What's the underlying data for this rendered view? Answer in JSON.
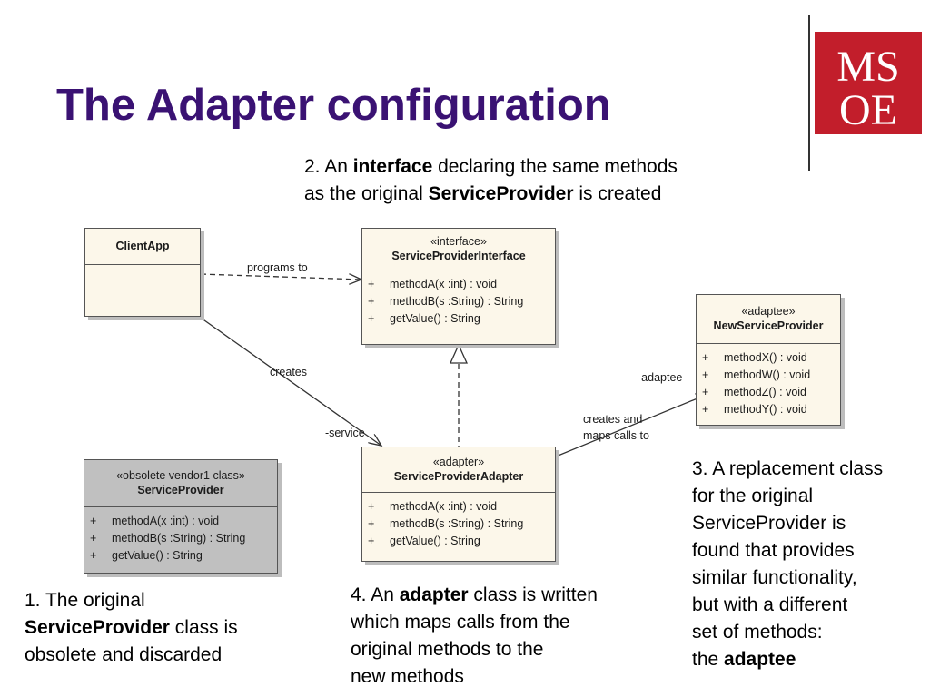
{
  "slide": {
    "title": "The Adapter configuration"
  },
  "logo": {
    "line1": "MS",
    "line2": "OE",
    "color": "#c21e2b"
  },
  "notes": {
    "n1": {
      "prefix": "1. The original",
      "bold": "ServiceProvider",
      "suffix": " class is",
      "line3": "obsolete and discarded"
    },
    "n2": {
      "prefix": "2. An ",
      "bold1": "interface",
      "mid1": " declaring the same methods",
      "mid2": "as the original ",
      "bold2": "ServiceProvider",
      "suffix": " is created"
    },
    "n3": {
      "line1": "3. A replacement class",
      "line2": "for the original",
      "line3": "ServiceProvider is",
      "line4": "found that provides",
      "line5": "similar functionality,",
      "line6": "but with a different",
      "line7": "set of methods:",
      "prefix": "the ",
      "bold": "adaptee"
    },
    "n4": {
      "prefix": "4. An ",
      "bold": "adapter",
      "line1_suffix": " class is written",
      "line2": "which maps calls from the",
      "line3": "original methods to the",
      "line4": "new methods"
    }
  },
  "diagram": {
    "client_app": {
      "name": "ClientApp"
    },
    "service_provider_interface": {
      "stereotype": "«interface»",
      "name": "ServiceProviderInterface",
      "operations": [
        {
          "vis": "+",
          "sig": "methodA(x :int) : void"
        },
        {
          "vis": "+",
          "sig": "methodB(s :String) : String"
        },
        {
          "vis": "+",
          "sig": "getValue() : String"
        }
      ]
    },
    "new_service_provider": {
      "stereotype": "«adaptee»",
      "name": "NewServiceProvider",
      "operations": [
        {
          "vis": "+",
          "sig": "methodX() : void"
        },
        {
          "vis": "+",
          "sig": "methodW() : void"
        },
        {
          "vis": "+",
          "sig": "methodZ() : void"
        },
        {
          "vis": "+",
          "sig": "methodY() : void"
        }
      ]
    },
    "service_provider_adapter": {
      "stereotype": "«adapter»",
      "name": "ServiceProviderAdapter",
      "operations": [
        {
          "vis": "+",
          "sig": "methodA(x :int) : void"
        },
        {
          "vis": "+",
          "sig": "methodB(s :String) : String"
        },
        {
          "vis": "+",
          "sig": "getValue() : String"
        }
      ]
    },
    "service_provider": {
      "stereotype": "«obsolete vendor1 class»",
      "name": "ServiceProvider",
      "operations": [
        {
          "vis": "+",
          "sig": "methodA(x :int) : void"
        },
        {
          "vis": "+",
          "sig": "methodB(s :String) : String"
        },
        {
          "vis": "+",
          "sig": "getValue() : String"
        }
      ]
    },
    "edges": {
      "programs_to": "programs to",
      "creates": "creates",
      "service_role": "-service",
      "adaptee_role": "-adaptee",
      "maps_line1": "creates and",
      "maps_line2": "maps calls to"
    }
  }
}
